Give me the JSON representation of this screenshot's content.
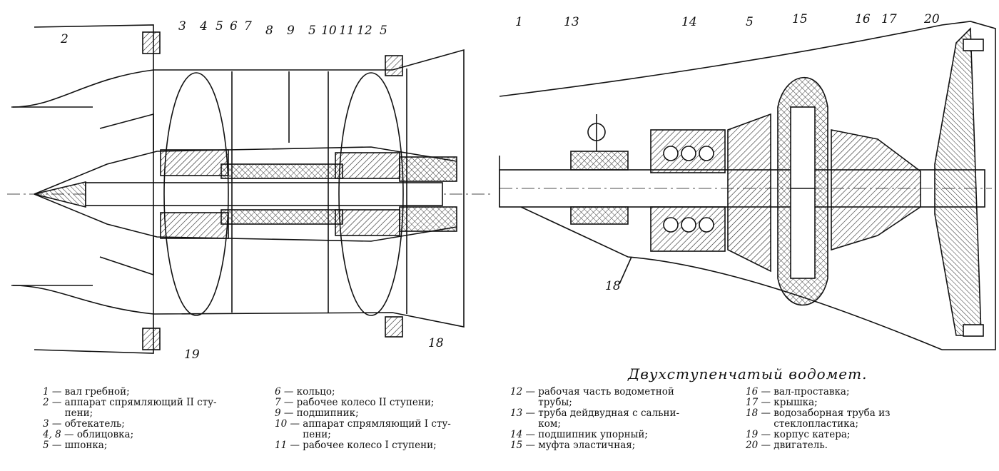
{
  "caption": "Двухступенчатый водомет.",
  "callouts": {
    "left": [
      "2",
      "3",
      "4",
      "5",
      "6",
      "7",
      "8",
      "9",
      "5",
      "10",
      "11",
      "12",
      "5",
      "18",
      "19"
    ],
    "right": [
      "1",
      "13",
      "14",
      "5",
      "15",
      "16",
      "17",
      "20",
      "18"
    ]
  },
  "legend": [
    [
      {
        "num": "1 —",
        "text": "вал гребной;"
      },
      {
        "num": "2 —",
        "text": "аппарат спрямляющий II сту-\nпени;"
      },
      {
        "num": "3 —",
        "text": "обтекатель;"
      },
      {
        "num": "4, 8 —",
        "text": "облицовка;"
      },
      {
        "num": "5 —",
        "text": "шпонка;"
      }
    ],
    [
      {
        "num": "6 —",
        "text": "кольцо;"
      },
      {
        "num": "7 —",
        "text": "рабочее колесо II ступени;"
      },
      {
        "num": "9 —",
        "text": "подшипник;"
      },
      {
        "num": "10 —",
        "text": "аппарат спрямляющий I сту-\nпени;"
      },
      {
        "num": "11 —",
        "text": "рабочее колесо I ступени;"
      }
    ],
    [
      {
        "num": "12 —",
        "text": "рабочая часть водометной\nтрубы;"
      },
      {
        "num": "13 —",
        "text": "труба дейдвудная с сальни-\nком;"
      },
      {
        "num": "14 —",
        "text": "подшипник упорный;"
      },
      {
        "num": "15 —",
        "text": "муфта эластичная;"
      }
    ],
    [
      {
        "num": "16 —",
        "text": "вал-проставка;"
      },
      {
        "num": "17 —",
        "text": "крышка;"
      },
      {
        "num": "18 —",
        "text": "водозаборная труба из\nстеклопластика;"
      },
      {
        "num": "19 —",
        "text": "корпус катера;"
      },
      {
        "num": "20 —",
        "text": "двигатель."
      }
    ]
  ]
}
